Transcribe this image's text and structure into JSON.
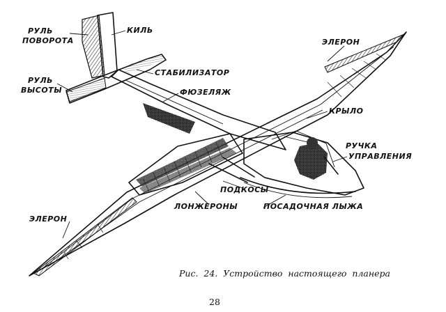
{
  "labels": {
    "rudder": "РУЛЬ ПОВОРОТА",
    "rudder_line1": "РУЛЬ",
    "rudder_line2": "ПОВОРОТА",
    "fin": "КИЛЬ",
    "stabilizer": "СТАБИЛИЗАТОР",
    "elevator": "РУЛЬ ВЫСОТЫ",
    "elevator_line1": "РУЛЬ",
    "elevator_line2": "ВЫСОТЫ",
    "fuselage": "ФЮЗЕЛЯЖ",
    "aileron_right": "ЭЛЕРОН",
    "wing": "КРЫЛО",
    "control_stick": "РУЧКА УПРАВЛЕНИЯ",
    "control_stick_line1": "РУЧКА",
    "control_stick_line2": "УПРАВЛЕНИЯ",
    "struts": "ПОДКОСЫ",
    "spars": "ЛОНЖЕРОНЫ",
    "landing_skid": "ПОСАДОЧНАЯ ЛЫЖА",
    "aileron_left": "ЭЛЕРОН"
  },
  "caption": "Рис. 24. Устройство настоящего планера",
  "page_number": "28"
}
